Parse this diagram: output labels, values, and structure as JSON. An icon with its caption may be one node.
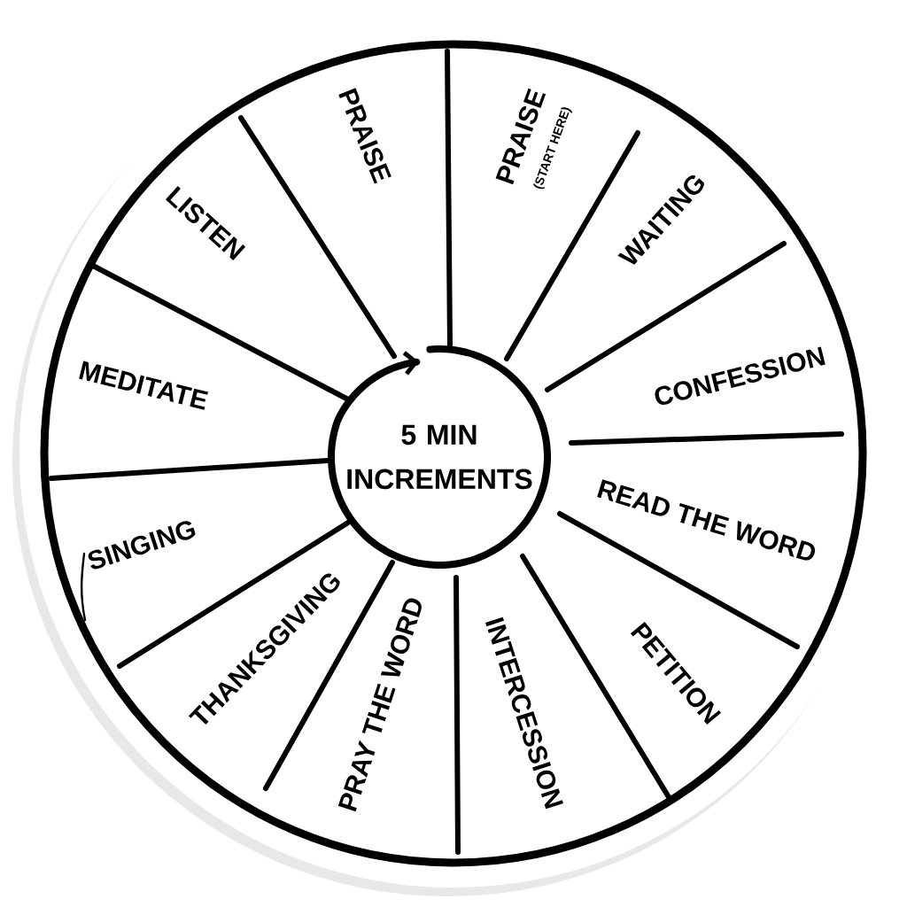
{
  "diagram": {
    "nodes": [
      {
        "text": [
          "5 MIN INCREMENTS"
        ]
      },
      {
        "text": [
          "PRAISE",
          "(START HERE)"
        ]
      },
      {
        "text": [
          "WAITING"
        ]
      },
      {
        "text": [
          "CONFESSION"
        ]
      },
      {
        "text": [
          "READ THE WORD"
        ]
      },
      {
        "text": [
          "PETITION"
        ]
      },
      {
        "text": [
          "INTERCESSION"
        ]
      },
      {
        "text": [
          "PRAY THE WORD"
        ]
      },
      {
        "text": [
          "THANKSGIVING"
        ]
      },
      {
        "text": [
          "SINGING"
        ]
      },
      {
        "text": [
          "MEDITATE"
        ]
      },
      {
        "text": [
          "LISTEN"
        ]
      },
      {
        "text": [
          "PRAISE"
        ]
      }
    ]
  }
}
